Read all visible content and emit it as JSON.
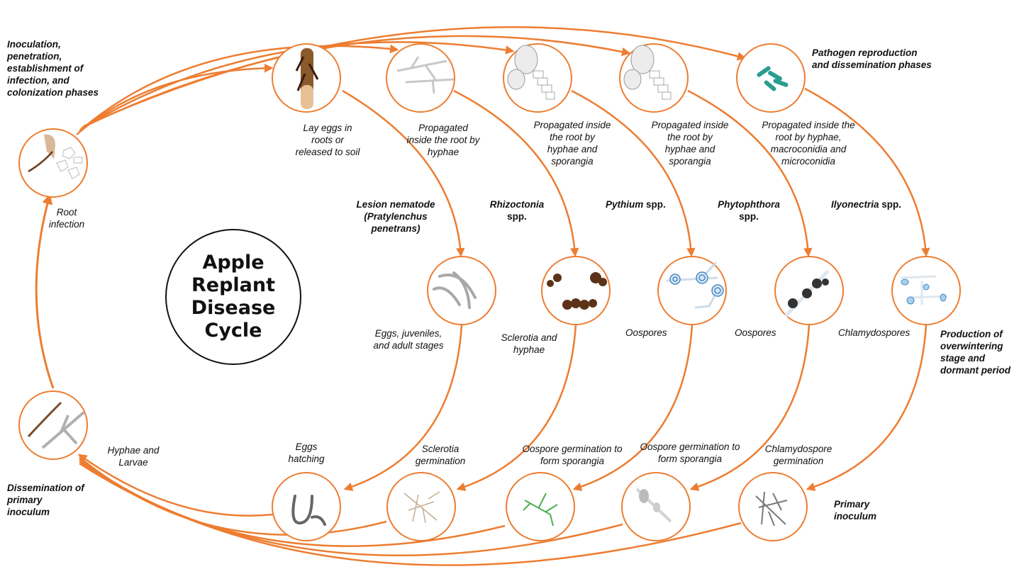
{
  "title": "Apple\nReplant\nDisease\nCycle",
  "phases": {
    "infection": "Inoculation, penetration, establishment of infection, and colonization phases",
    "reproduction": "Pathogen reproduction and dissemination phases",
    "overwintering": "Production of overwintering stage and dormant period",
    "dissemination": "Dissemination of primary inoculum",
    "primary": "Primary inoculum"
  },
  "root_infection": "Root infection",
  "hyphae_larvae": "Hyphae and Larvae",
  "pathogens": [
    {
      "name": "Lesion nematode (Pratylenchus penetrans)",
      "name_suffix": "",
      "propagation": "Lay eggs in roots or released to soil",
      "overwintering": "Eggs, juveniles, and adult stages",
      "germination": "Eggs hatching"
    },
    {
      "name": "Rhizoctonia",
      "name_suffix": "spp.",
      "propagation": "Propagated inside the root by hyphae",
      "overwintering": "Sclerotia and hyphae",
      "germination": "Sclerotia germination"
    },
    {
      "name": "Pythium",
      "name_suffix": " spp.",
      "propagation": "Propagated inside the root by hyphae and sporangia",
      "overwintering": "Oospores",
      "germination": "Oospore germination to form sporangia"
    },
    {
      "name": "Phytophthora",
      "name_suffix": "spp.",
      "propagation": "Propagated inside the root by hyphae and sporangia",
      "overwintering": "Oospores",
      "germination": "Oospore germination to form sporangia"
    },
    {
      "name": "Ilyonectria",
      "name_suffix": " spp.",
      "propagation": "Propagated inside the root by hyphae, macroconidia and microconidia",
      "overwintering": "Chlamydospores",
      "germination": "Chlamydospore germination"
    }
  ],
  "colors": {
    "arrow": "#ED7D31",
    "text": "#111111"
  },
  "icons": [
    "root-tip-icon",
    "root-egg-icon",
    "hyphae-icon",
    "sporangia-icon",
    "conidia-icon",
    "nematode-icon",
    "sclerotia-icon",
    "oospore-icon",
    "chlamydospore-icon",
    "hatching-larva-icon",
    "germinating-hypha-icon"
  ]
}
